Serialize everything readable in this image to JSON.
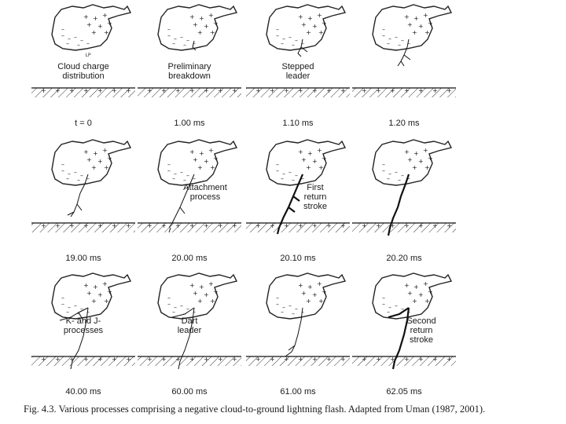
{
  "panels": [
    {
      "time": "t = 0",
      "labels": [
        "Cloud charge",
        "distribution"
      ],
      "small_note": "LP",
      "stage": "charge"
    },
    {
      "time": "1.00 ms",
      "labels": [
        "Preliminary",
        "breakdown"
      ],
      "stage": "preliminary"
    },
    {
      "time": "1.10 ms",
      "labels": [
        "Stepped",
        "leader"
      ],
      "stage": "stepped1"
    },
    {
      "time": "1.20 ms",
      "labels": [],
      "stage": "stepped2"
    },
    {
      "time": "19.00 ms",
      "labels": [],
      "stage": "stepped3"
    },
    {
      "time": "20.00 ms",
      "labels": [
        "Attachment",
        "process"
      ],
      "stage": "attachment"
    },
    {
      "time": "20.10 ms",
      "labels": [
        "First",
        "return",
        "stroke"
      ],
      "stage": "return1"
    },
    {
      "time": "20.20 ms",
      "labels": [],
      "stage": "return2"
    },
    {
      "time": "40.00 ms",
      "labels": [
        "K- and J-",
        "processes"
      ],
      "stage": "kj"
    },
    {
      "time": "60.00 ms",
      "labels": [
        "Dart",
        "leader"
      ],
      "stage": "dart"
    },
    {
      "time": "61.00 ms",
      "labels": [],
      "stage": "dart2"
    },
    {
      "time": "62.05 ms",
      "labels": [
        "Second",
        "return",
        "stroke"
      ],
      "stage": "return3"
    }
  ],
  "caption": "Fig. 4.3.  Various processes comprising a negative cloud-to-ground lightning flash. Adapted from Uman (1987, 2001)."
}
